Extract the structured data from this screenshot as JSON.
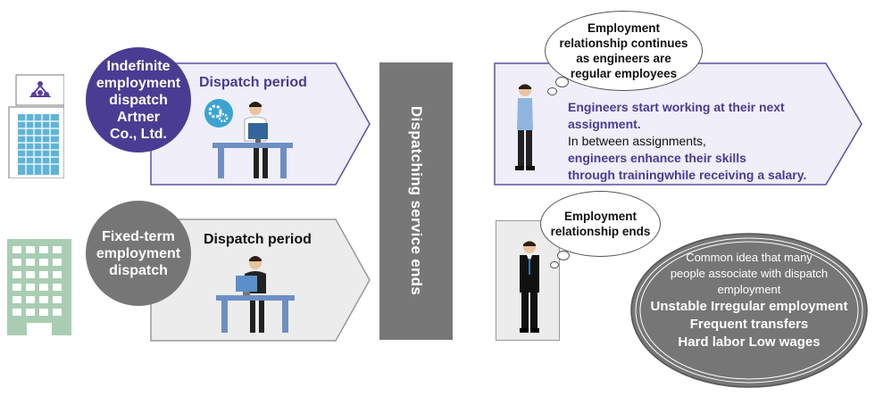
{
  "indefinite": {
    "circle_lines": [
      "Indefinite",
      "employment",
      "dispatch",
      "Artner",
      "Co., Ltd."
    ],
    "period_label": "Dispatch period"
  },
  "fixed": {
    "circle_lines": [
      "Fixed-term",
      "employment",
      "dispatch"
    ],
    "period_label": "Dispatch period"
  },
  "center_bar": {
    "label": "Dispatching service ends"
  },
  "continue_bubble": {
    "lines": [
      "Employment",
      "relationship continues",
      "as engineers are",
      "regular employees"
    ]
  },
  "continue_box": {
    "lines": [
      {
        "text": "Engineers start working at their next",
        "style": "bold-purple"
      },
      {
        "text": "assignment.",
        "style": "bold-purple"
      },
      {
        "text": "In between assignments,",
        "style": "plain"
      },
      {
        "text": "engineers enhance their skills",
        "style": "bold-purple"
      },
      {
        "text": "through trainingwhile receiving a salary.",
        "style": "bold-purple"
      }
    ]
  },
  "ends_bubble": {
    "lines": [
      "Employment",
      "relationship ends"
    ]
  },
  "common_idea": {
    "intro_lines": [
      "Common idea that many",
      "people associate with dispatch",
      "employment"
    ],
    "bold_lines": [
      "Unstable Irregular employment",
      "Frequent transfers",
      "Hard labor Low wages"
    ]
  },
  "colors": {
    "purple": "#4a3c93",
    "purple_box": "#efeef9",
    "gray_circle": "#767676",
    "gray_box": "#ececec",
    "desk_blue": "#6d8fc4"
  }
}
